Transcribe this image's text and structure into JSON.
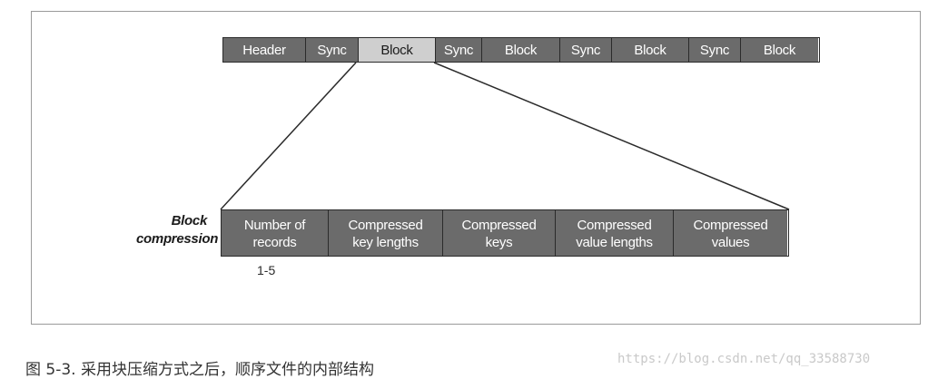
{
  "diagram": {
    "top_segments": [
      "Header",
      "Sync",
      "Block",
      "Sync",
      "Block",
      "Sync",
      "Block",
      "Sync",
      "Block"
    ],
    "highlighted_segment_index": 2,
    "block_label": "Block\ncompression",
    "bottom_segments": [
      "Number of\nrecords",
      "Compressed\nkey lengths",
      "Compressed\nkeys",
      "Compressed\nvalue lengths",
      "Compressed\nvalues"
    ],
    "records_range": "1-5"
  },
  "caption": "图 5-3. 采用块压缩方式之后，顺序文件的内部结构",
  "watermark": "https://blog.csdn.net/qq_33588730"
}
